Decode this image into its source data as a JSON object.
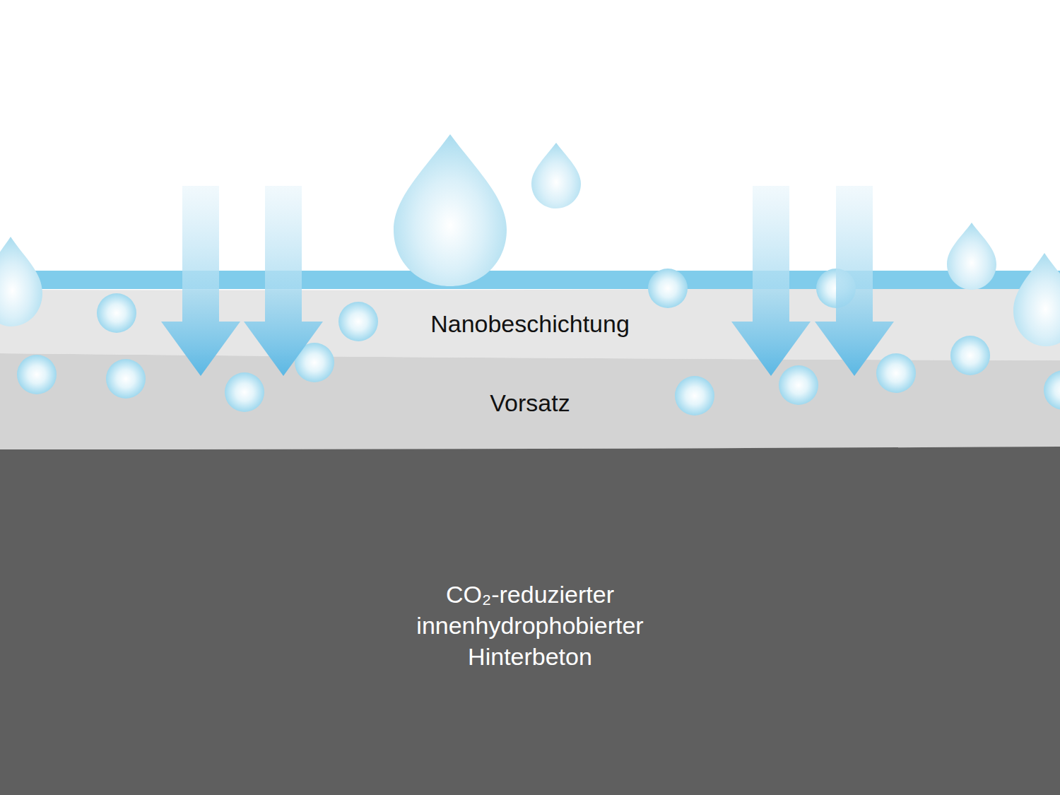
{
  "diagram": {
    "nodes": [
      {
        "text": [
          "Nanobeschichtung"
        ]
      },
      {
        "text": [
          "Vorsatz"
        ]
      },
      {
        "text": [
          "CO₂-reduzierter innenhydrophobierter Hinterbeton"
        ]
      }
    ]
  }
}
